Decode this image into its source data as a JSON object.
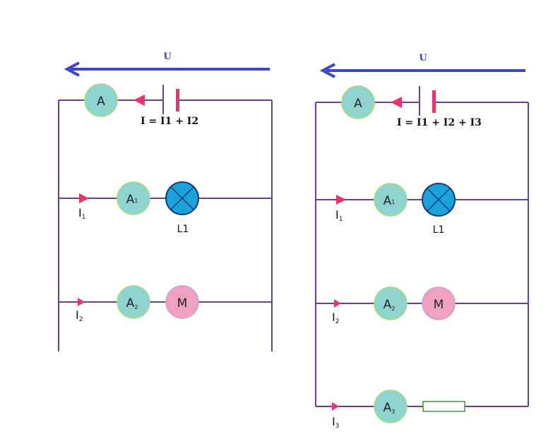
{
  "colors": {
    "wire": "#6a3d9a",
    "voltage_arrow": "#3a48c8",
    "ammeter_fill": "#8fd3cf",
    "ammeter_stroke": "#9ede7a",
    "lamp_fill": "#1aa3d8",
    "motor_fill": "#f0a0c0",
    "current_arrow": "#e8336b",
    "battery": "#e8336b",
    "resistor": "#3a9a3a"
  },
  "circuit_left": {
    "voltage_label": "U",
    "main_ammeter": "A",
    "total_current": "I = I1 + I2",
    "branch1": {
      "current_main": "I",
      "current_sub": "1",
      "ammeter_main": "A",
      "ammeter_sub": "1",
      "lamp_label": "L1"
    },
    "branch2": {
      "current_main": "I",
      "current_sub": "2",
      "ammeter_main": "A",
      "ammeter_sub": "2",
      "motor_label": "M"
    }
  },
  "circuit_right": {
    "voltage_label": "U",
    "main_ammeter": "A",
    "total_current": "I = I1 + I2 + I3",
    "branch1": {
      "current_main": "I",
      "current_sub": "1",
      "ammeter_main": "A",
      "ammeter_sub": "1",
      "lamp_label": "L1"
    },
    "branch2": {
      "current_main": "I",
      "current_sub": "2",
      "ammeter_main": "A",
      "ammeter_sub": "2",
      "motor_label": "M"
    },
    "branch3": {
      "current_main": "I",
      "current_sub": "3",
      "ammeter_main": "A",
      "ammeter_sub": "3"
    }
  }
}
